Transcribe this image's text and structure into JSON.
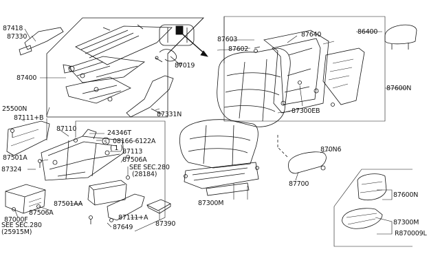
{
  "diagram": {
    "callouts": {
      "p87418": "87418",
      "p87330": "87330",
      "p87400": "87400",
      "p87019": "87019",
      "p87331N": "87331N",
      "p87603": "87603",
      "p87602": "87602",
      "p87640": "87640",
      "p86400": "86400",
      "p87600N_top": "87600N",
      "p87300EB": "87300EB",
      "p25500N": "25500N",
      "p87111B": "87111+B",
      "p87110": "87110",
      "p24346T": "24346T",
      "p08166": "08166-6122A",
      "p08166_qty": "( 1 )",
      "p87113": "87113",
      "p87506A_top": "87506A",
      "seesec280_top": "SEE SEC.280",
      "seesec280_top_ref": "(28184)",
      "p87501A": "87501A",
      "p87324": "87324",
      "p870N6": "870N6",
      "p87700": "87700",
      "p87300M_mid": "87300M",
      "p87501AA": "87501AA",
      "p87506A_bot": "87506A",
      "p87000F": "87000F",
      "seesec280_bot": "SEE SEC.280",
      "seesec280_bot_ref": "(25915M)",
      "p87111A": "87111+A",
      "p87649": "87649",
      "p87390": "87390",
      "p87600N_inset": "87600N",
      "p87300M_inset": "87300M",
      "diagram_code": "R870009L"
    },
    "bolt_symbol": "S"
  }
}
